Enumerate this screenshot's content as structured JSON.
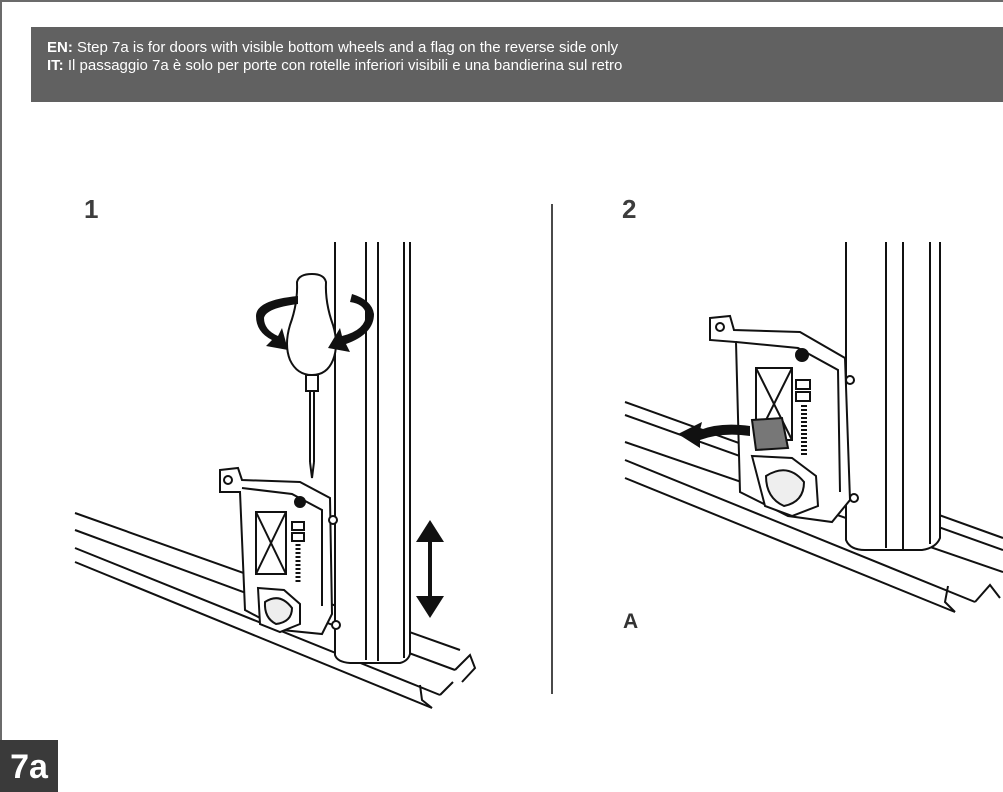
{
  "banner": {
    "en_prefix": "EN:",
    "en_text": " Step 7a is for doors with visible bottom wheels and a flag on the reverse side only",
    "it_prefix": "IT:",
    "it_text": " Il passaggio 7a è solo per porte con rotelle inferiori visibili e una bandierina sul retro",
    "background_color": "#616161"
  },
  "panels": [
    {
      "number": "1",
      "icons": [
        "screwdriver-icon",
        "rotate-arrows-icon",
        "up-down-arrow-icon"
      ]
    },
    {
      "number": "2",
      "label": "A",
      "icons": [
        "left-arrow-icon"
      ]
    }
  ],
  "step_badge": "7a"
}
